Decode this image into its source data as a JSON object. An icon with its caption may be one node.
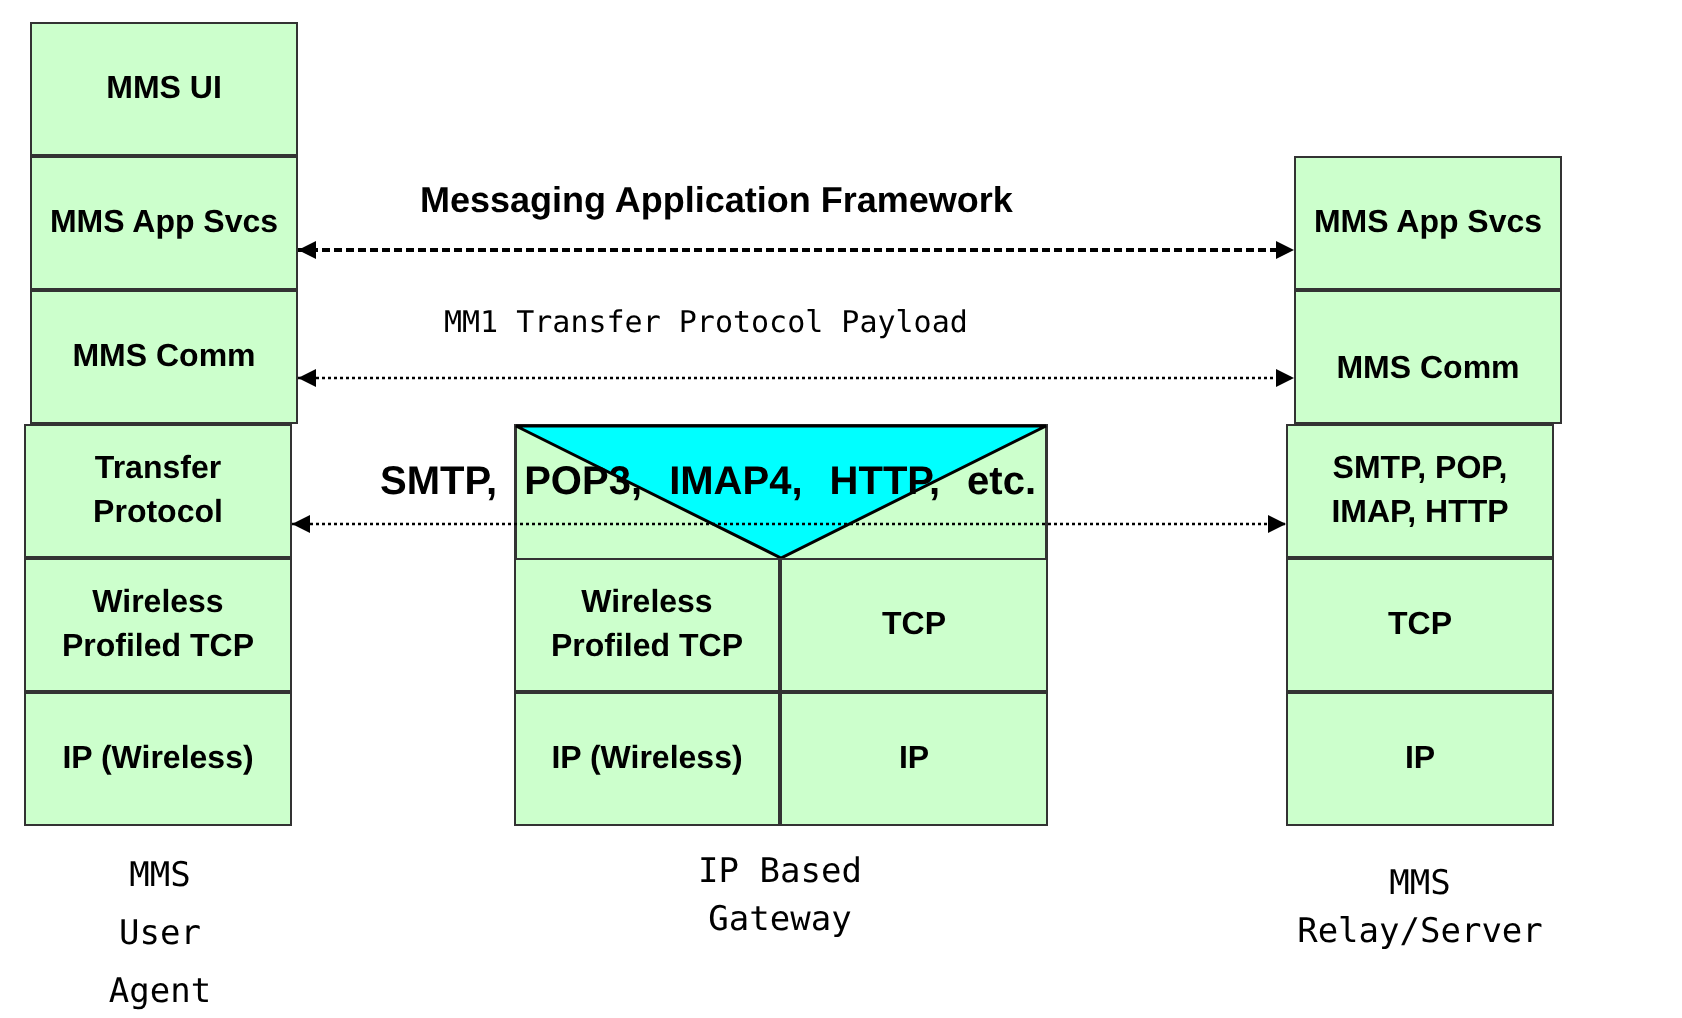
{
  "diagram": {
    "nodes": [
      {
        "text": [
          "MMS UI"
        ]
      },
      {
        "text": [
          "MMS App Svcs"
        ]
      },
      {
        "text": [
          "MMS Comm"
        ]
      },
      {
        "text": [
          "Transfer Protocol"
        ]
      },
      {
        "text": [
          "Wireless Profiled TCP"
        ]
      },
      {
        "text": [
          "IP (Wireless)"
        ]
      },
      {
        "text": [
          "Wireless Profiled TCP"
        ]
      },
      {
        "text": [
          "TCP"
        ]
      },
      {
        "text": [
          "IP (Wireless)"
        ]
      },
      {
        "text": [
          "IP"
        ]
      },
      {
        "text": [
          "MMS App Svcs"
        ]
      },
      {
        "text": [
          "MMS Comm"
        ]
      },
      {
        "text": [
          "SMTP, POP, IMAP, HTTP"
        ]
      },
      {
        "text": [
          "TCP"
        ]
      },
      {
        "text": [
          "IP"
        ]
      }
    ],
    "edges": [
      {
        "from": 1,
        "to": 10,
        "arrow": "both",
        "style": "dashed",
        "label": "Messaging Application Framework"
      },
      {
        "from": 2,
        "to": 11,
        "arrow": "both",
        "style": "dashed",
        "label": "MM1 Transfer Protocol Payload"
      },
      {
        "from": 3,
        "to": 12,
        "arrow": "both",
        "style": "dashed",
        "label": "SMTP, POP3, IMAP4, HTTP, etc."
      }
    ],
    "labels": [
      "MMS User Agent",
      "IP Based Gateway",
      "MMS Relay/Server"
    ]
  }
}
